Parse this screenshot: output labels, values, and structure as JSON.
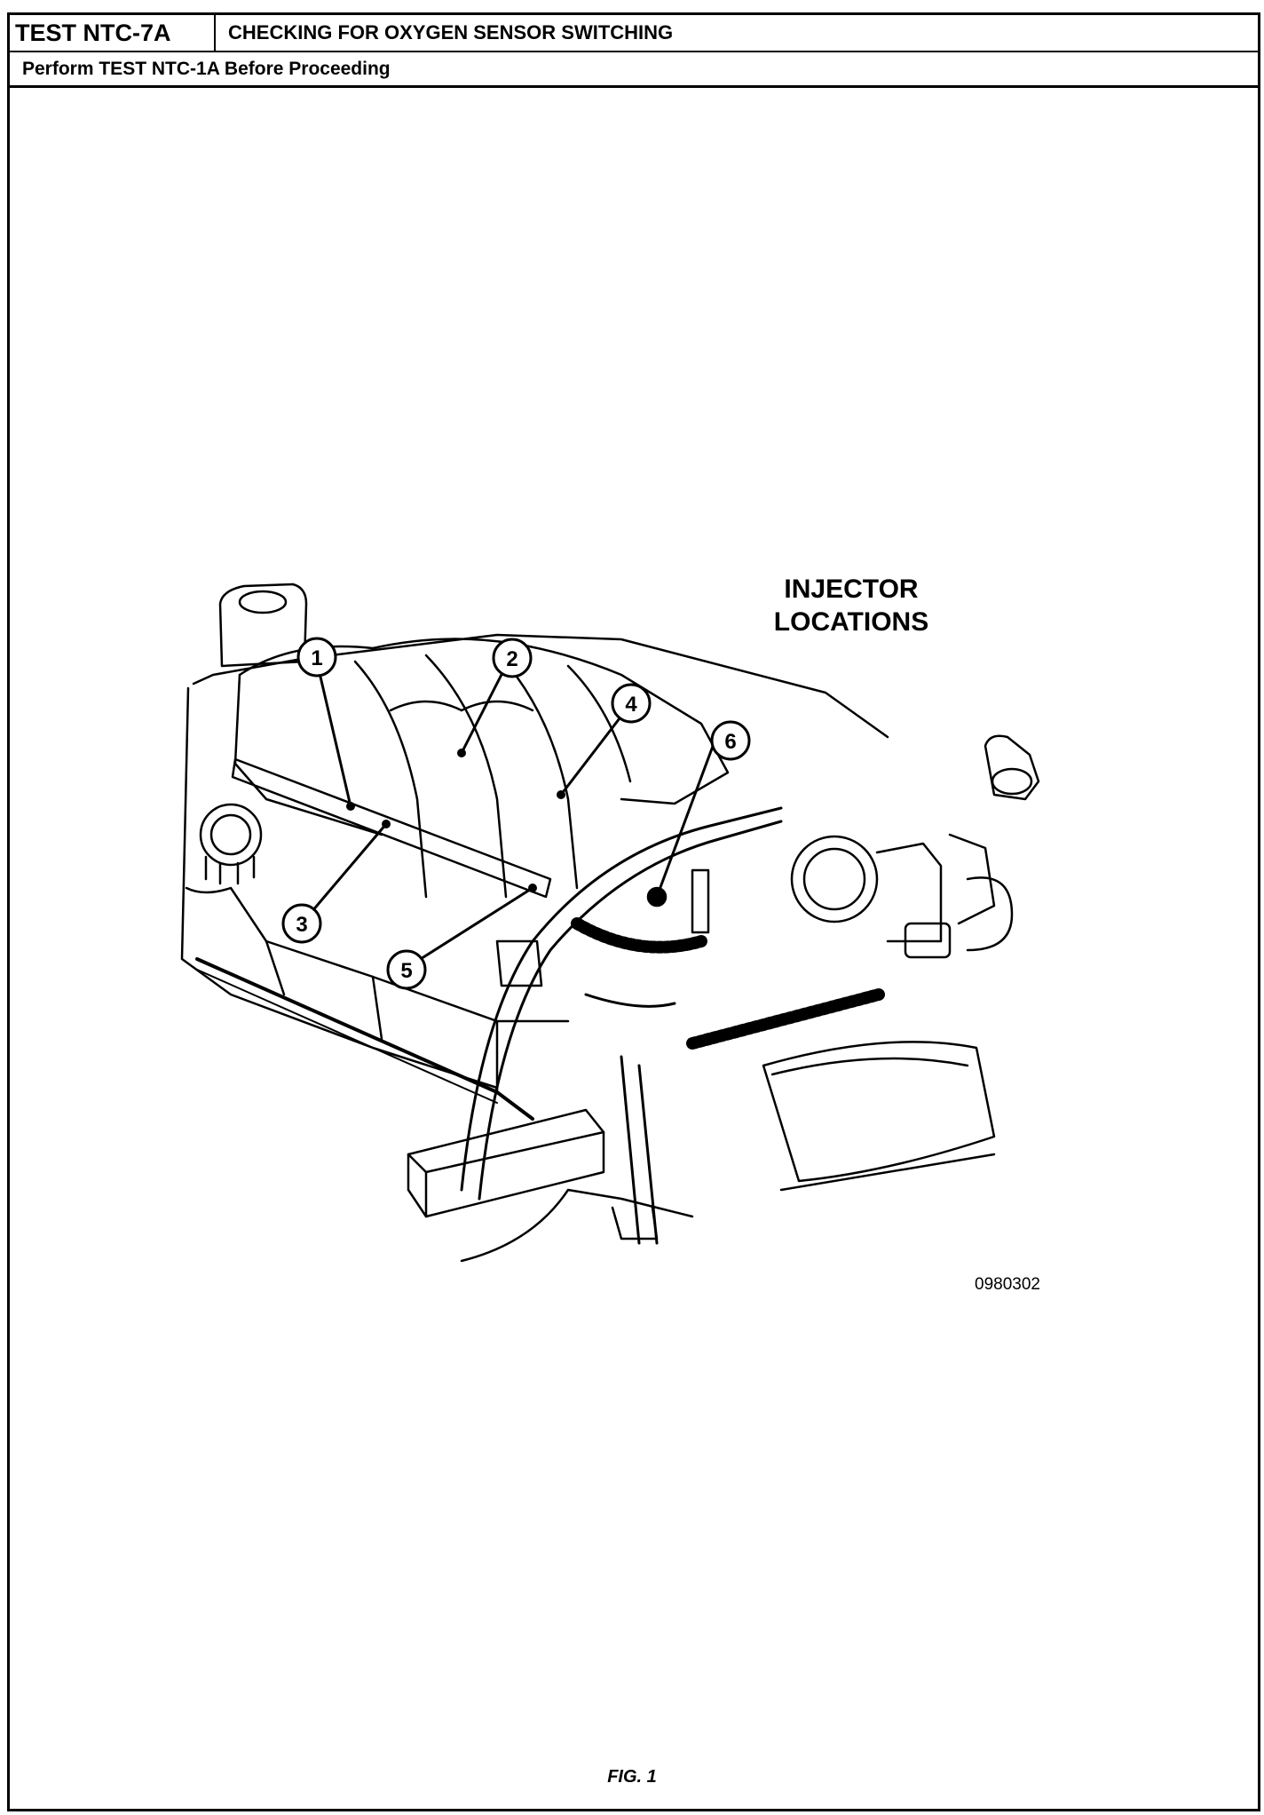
{
  "header": {
    "test_id": "TEST NTC-7A",
    "test_title": "CHECKING FOR OXYGEN SENSOR SWITCHING",
    "prerequisite": "Perform TEST NTC-1A Before Proceeding"
  },
  "diagram": {
    "title_line1": "INJECTOR",
    "title_line2": "LOCATIONS",
    "callouts": [
      "1",
      "2",
      "3",
      "4",
      "5",
      "6"
    ],
    "figure_code": "0980302"
  },
  "footer": {
    "figure_label": "FIG. 1"
  }
}
